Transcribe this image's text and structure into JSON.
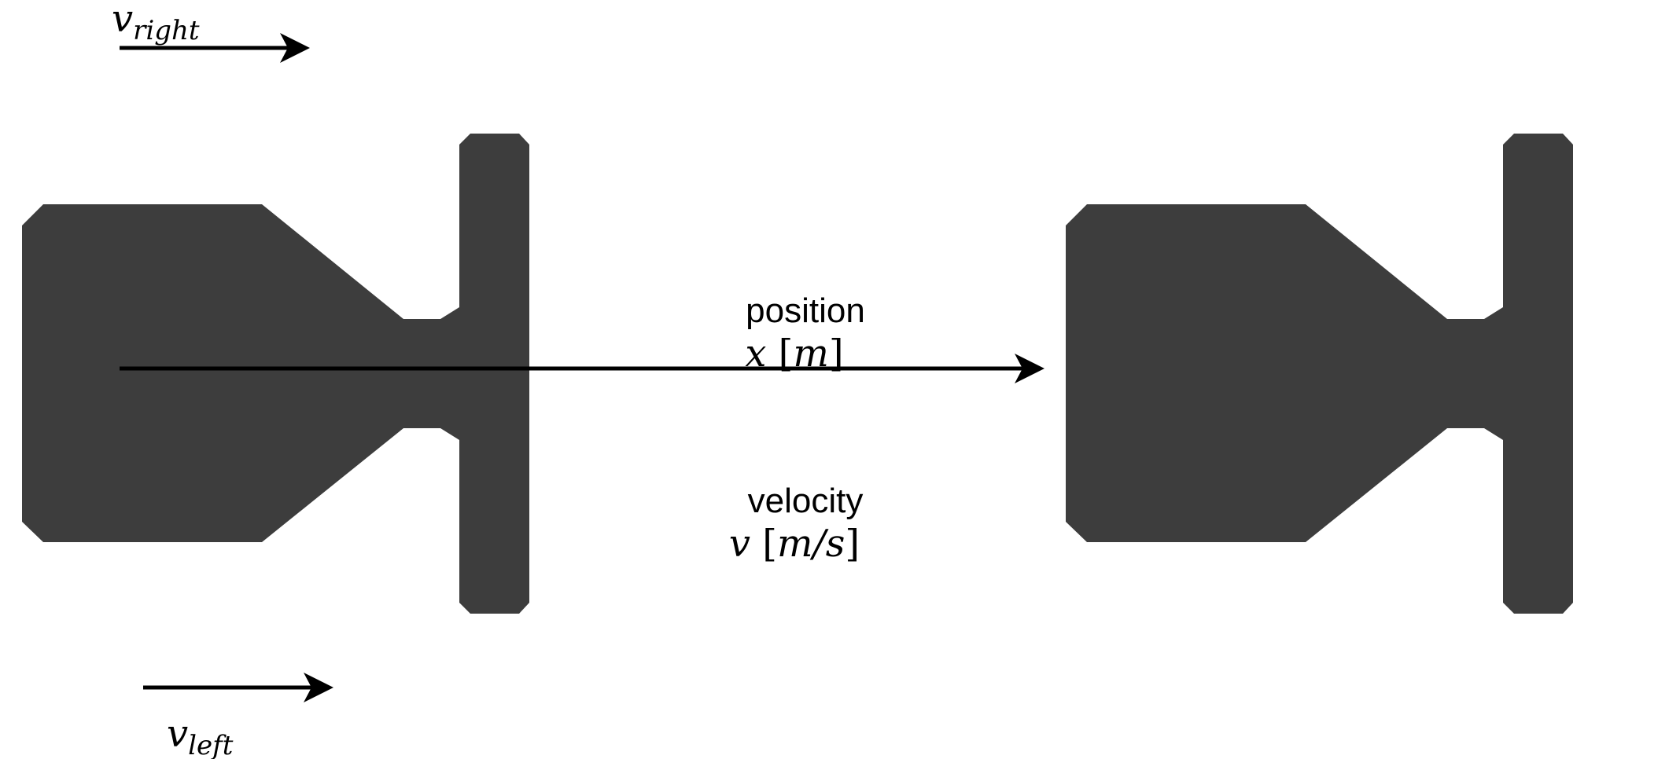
{
  "labels": {
    "v_right_symbol": "v",
    "v_right_subscript": "right",
    "v_left_symbol": "v",
    "v_left_subscript": "left",
    "position_title": "position",
    "position_symbol": "x",
    "position_unit": "m",
    "velocity_title": "velocity",
    "velocity_symbol": "v",
    "velocity_unit": "m/s"
  },
  "colors": {
    "body": "#3d3d3d",
    "arrow": "#000000",
    "background": "#ffffff"
  }
}
